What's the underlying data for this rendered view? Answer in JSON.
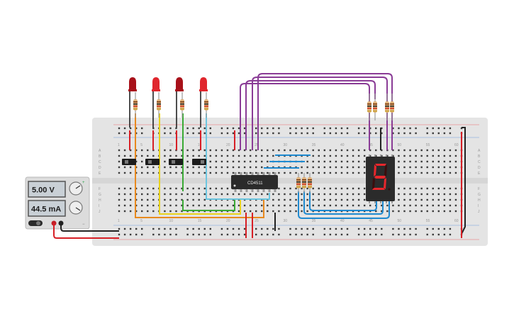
{
  "power_supply": {
    "voltage": "5.00 V",
    "current": "44.5 mA",
    "plus_label": "+",
    "minus_label": "−"
  },
  "ic": {
    "label": "CD4511"
  },
  "display": {
    "digit": "5",
    "segment_color": "#e8272c",
    "off_segment_color": "#3a0d0d"
  },
  "breadboard": {
    "column_labels_top": [
      "1",
      "5",
      "10",
      "15",
      "20",
      "25",
      "30",
      "35",
      "40",
      "45",
      "50",
      "55",
      "60"
    ],
    "column_labels_bottom": [
      "1",
      "5",
      "10",
      "15",
      "20",
      "25",
      "30",
      "35",
      "40",
      "45",
      "50",
      "55",
      "60"
    ],
    "row_labels_upper": [
      "A",
      "B",
      "C",
      "D",
      "E"
    ],
    "row_labels_lower": [
      "F",
      "G",
      "H",
      "I",
      "J"
    ]
  },
  "leds": [
    {
      "color": "#a8111a"
    },
    {
      "color": "#e0262d"
    },
    {
      "color": "#a8111a"
    },
    {
      "color": "#e0262d"
    }
  ],
  "colors": {
    "board": "#e6e6e6",
    "rail_red": "#d21f26",
    "rail_blue": "#2a62b0",
    "wire_orange": "#e8891e",
    "wire_yellow": "#e9d21c",
    "wire_green": "#3aaa35",
    "wire_lightblue": "#6cc6e0",
    "wire_purple": "#8a3c96",
    "wire_blue": "#1f8ad0",
    "wire_red": "#d71f26",
    "wire_black": "#222222"
  }
}
